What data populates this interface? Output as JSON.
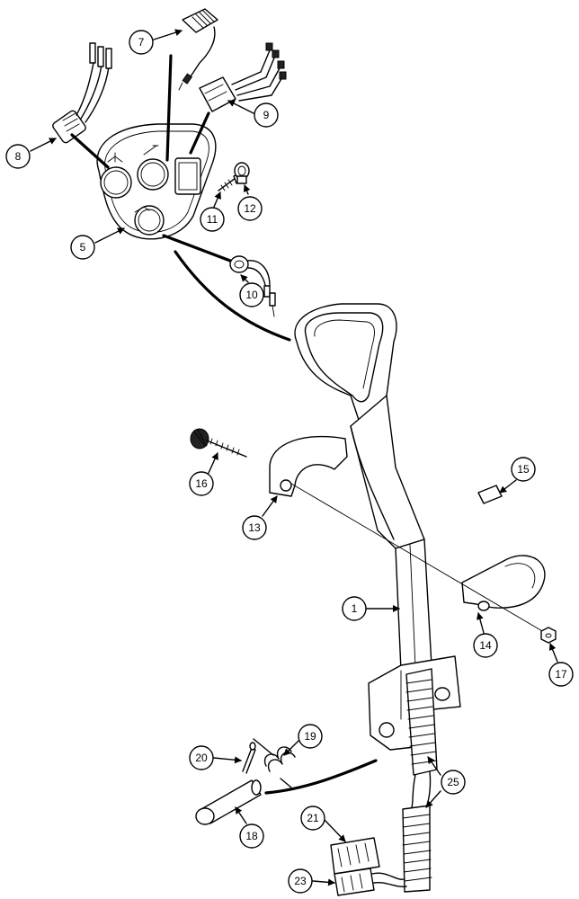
{
  "callouts": {
    "c1": "1",
    "c5": "5",
    "c7": "7",
    "c8": "8",
    "c9": "9",
    "c10": "10",
    "c11": "11",
    "c12": "12",
    "c13": "13",
    "c14": "14",
    "c15": "15",
    "c16": "16",
    "c17": "17",
    "c18": "18",
    "c19": "19",
    "c20": "20",
    "c21": "21",
    "c23": "23",
    "c25": "25"
  }
}
